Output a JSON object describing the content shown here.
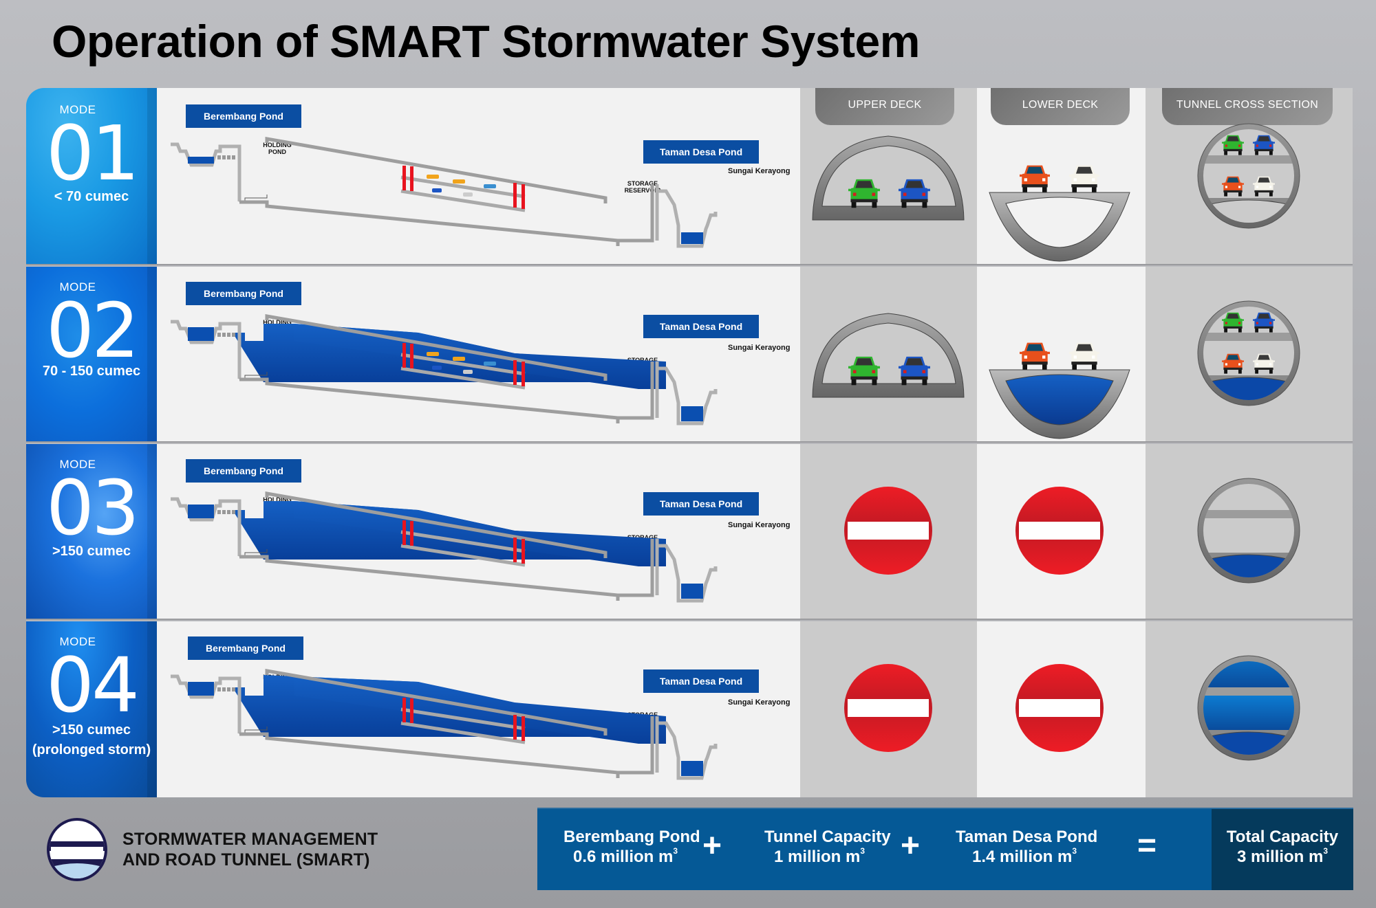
{
  "title": "Operation of SMART Stormwater System",
  "column_headers": {
    "upper_deck": "UPPER DECK",
    "lower_deck": "LOWER DECK",
    "tunnel_cross_section": "TUNNEL CROSS SECTION"
  },
  "diagram_labels": {
    "berembang_pond": "Berembang Pond",
    "holding_pond_line1": "HOLDING",
    "holding_pond_line2": "POND",
    "taman_desa_pond": "Taman Desa Pond",
    "river": "Sungai Kerayong",
    "storage_reservoir_line1": "STORAGE",
    "storage_reservoir_line2": "RESERVOIR"
  },
  "modes": [
    {
      "label": "MODE",
      "number": "01",
      "flow": "< 70 cumec",
      "flow_note": "",
      "tunnel_water": "none",
      "traffic": "open",
      "upper_deck": "open",
      "lower_deck": "open",
      "cross_section": "both decks open, no water"
    },
    {
      "label": "MODE",
      "number": "02",
      "flow": "70 - 150 cumec",
      "flow_note": "",
      "tunnel_water": "bottom channel",
      "traffic": "open",
      "upper_deck": "open",
      "lower_deck": "open",
      "cross_section": "both decks open, bottom channel water"
    },
    {
      "label": "MODE",
      "number": "03",
      "flow": ">150 cumec",
      "flow_note": "",
      "tunnel_water": "bottom channel",
      "traffic": "closed",
      "upper_deck": "closed",
      "lower_deck": "closed",
      "cross_section": "decks closed, bottom channel water"
    },
    {
      "label": "MODE",
      "number": "04",
      "flow": ">150 cumec",
      "flow_note": "(prolonged storm)",
      "tunnel_water": "full",
      "traffic": "closed",
      "upper_deck": "closed",
      "lower_deck": "closed",
      "cross_section": "fully flooded"
    }
  ],
  "icons": {
    "no_entry": "no-entry-sign",
    "car_colors": {
      "green": "#2fb52f",
      "blue": "#1c55c4",
      "orange": "#e8501c",
      "white": "#f5f3ea"
    }
  },
  "footer": {
    "logo": "smart-tunnel-logo",
    "name_line1": "STORMWATER MANAGEMENT",
    "name_line2": "AND ROAD TUNNEL (SMART)"
  },
  "capacity": {
    "items": [
      {
        "name": "Berembang Pond",
        "value": "0.6 million m",
        "unit_sup": "3"
      },
      {
        "name": "Tunnel Capacity",
        "value": "1 million m",
        "unit_sup": "3"
      },
      {
        "name": "Taman Desa Pond",
        "value": "1.4 million m",
        "unit_sup": "3"
      }
    ],
    "plus": "+",
    "equals": "=",
    "total": {
      "name": "Total Capacity",
      "value": "3 million m",
      "unit_sup": "3"
    }
  },
  "colors": {
    "water": "#0b4fb0",
    "pond_label_bg": "#0b4ea2",
    "no_entry_red": "#e31b23",
    "capacity_bar": "#055996",
    "capacity_total": "#053a5c"
  }
}
